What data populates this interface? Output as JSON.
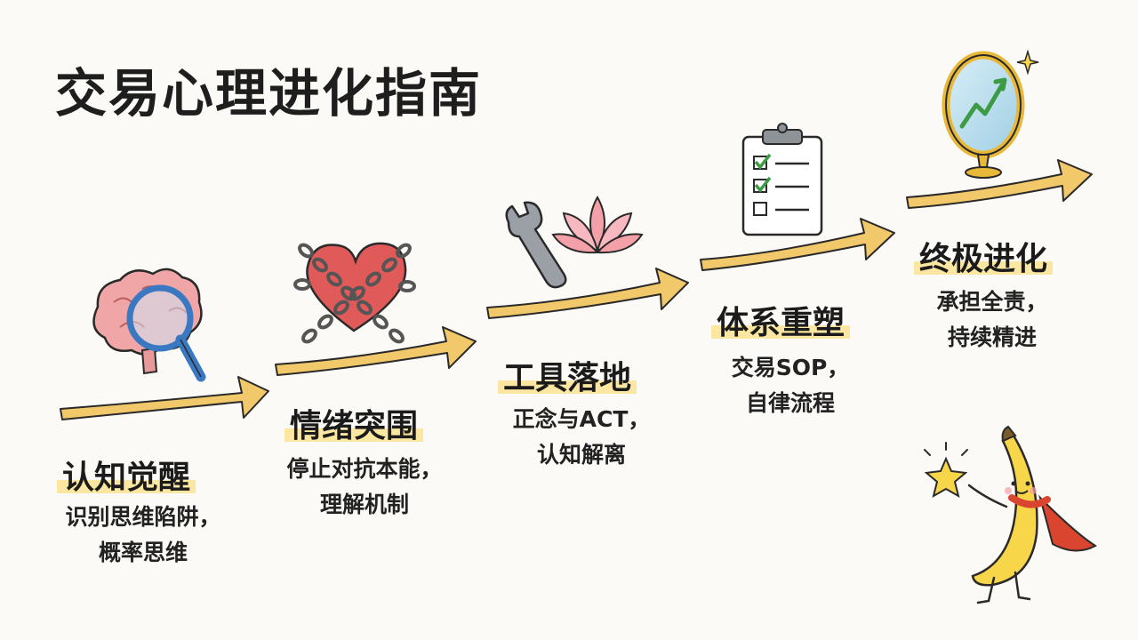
{
  "title": "交易心理进化指南",
  "stages": [
    {
      "title": "认知觉醒",
      "desc": [
        "识别思维陷阱，",
        "概率思维"
      ]
    },
    {
      "title": "情绪突围",
      "desc": [
        "停止对抗本能，",
        "理解机制"
      ]
    },
    {
      "title": "工具落地",
      "desc": [
        "正念与ACT，",
        "认知解离"
      ]
    },
    {
      "title": "体系重塑",
      "desc": [
        "交易SOP，",
        "自律流程"
      ]
    },
    {
      "title": "终极进化",
      "desc": [
        "承担全责，",
        "持续精进"
      ]
    }
  ],
  "colors": {
    "arrow": "#f2c96a",
    "highlight": "#fbe7a1",
    "heart": "#e05a5a",
    "brain": "#f0a6a6",
    "lens": "#3a78c2",
    "lotus": "#f3a0a8",
    "check": "#3d9b46",
    "banana": "#f7d64a",
    "cape": "#d9452f",
    "mirror_frame": "#e8b838"
  },
  "icons": [
    "brain-magnifier-icon",
    "chained-heart-icon",
    "wrench-icon",
    "lotus-icon",
    "clipboard-checklist-icon",
    "mirror-growth-icon",
    "banana-hero-icon",
    "sparkle-star-icon"
  ]
}
